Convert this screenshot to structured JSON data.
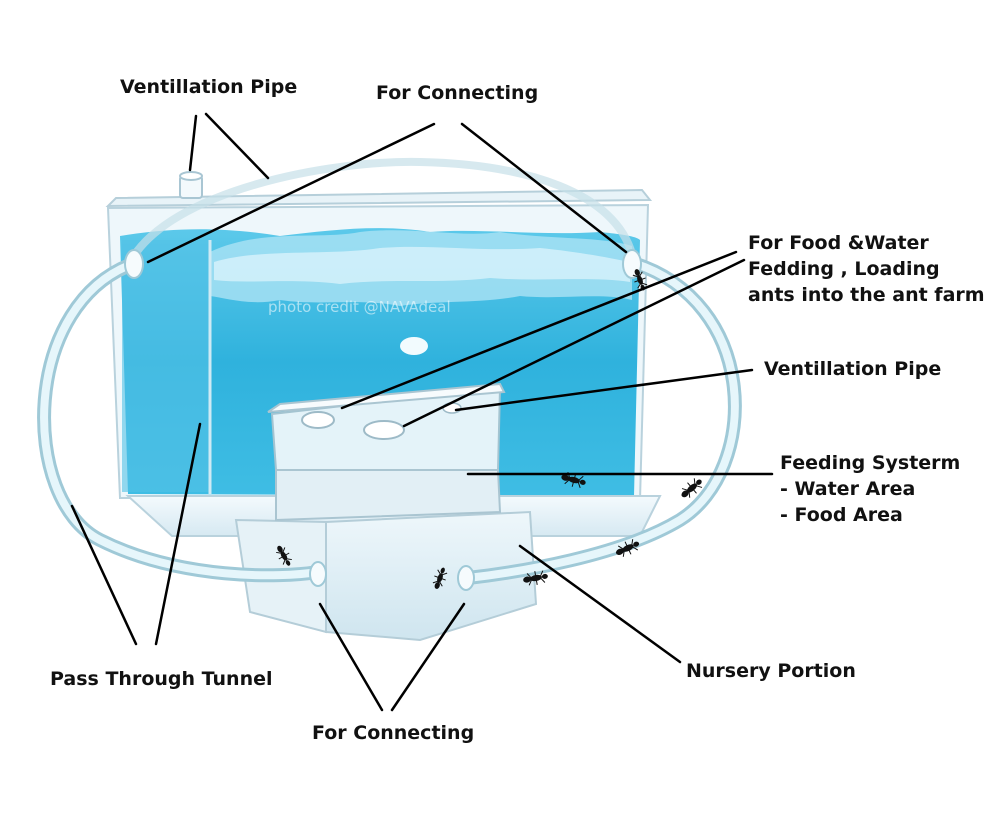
{
  "labels": {
    "ventilation_pipe_top": "Ventillation Pipe",
    "for_connecting_top": "For Connecting",
    "food_water_line1": "For Food &Water",
    "food_water_line2": "Fedding , Loading",
    "food_water_line3": "ants into the ant farm",
    "ventilation_pipe_right": "Ventillation Pipe",
    "feeding_system_line1": "Feeding Systerm",
    "feeding_system_line2": "- Water Area",
    "feeding_system_line3": "- Food Area",
    "nursery_portion": "Nursery Portion",
    "pass_through_tunnel": "Pass Through Tunnel",
    "for_connecting_bottom": "For Connecting"
  },
  "watermark": "photo credit @NAVAdeal",
  "colors": {
    "gel": "#29b3dc",
    "gel_light": "#7fd6f0",
    "acrylic": "#dfeef6",
    "tube": "#bfe7f2",
    "leader_line": "#000000"
  }
}
